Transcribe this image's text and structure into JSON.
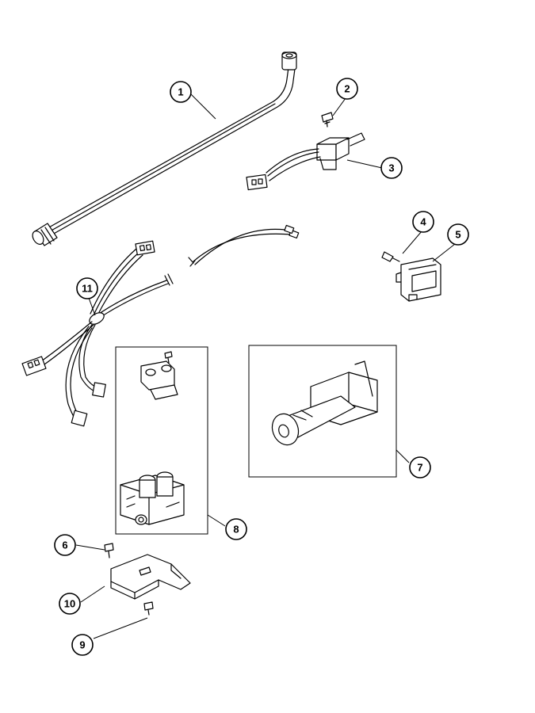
{
  "diagram": {
    "callouts": [
      {
        "id": "1",
        "label": "1"
      },
      {
        "id": "2",
        "label": "2"
      },
      {
        "id": "3",
        "label": "3"
      },
      {
        "id": "4",
        "label": "4"
      },
      {
        "id": "5",
        "label": "5"
      },
      {
        "id": "6",
        "label": "6"
      },
      {
        "id": "7",
        "label": "7"
      },
      {
        "id": "8",
        "label": "8"
      },
      {
        "id": "9",
        "label": "9"
      },
      {
        "id": "10",
        "label": "10"
      },
      {
        "id": "11",
        "label": "11"
      }
    ],
    "colors": {
      "ink": "#000000",
      "background": "#ffffff"
    }
  }
}
